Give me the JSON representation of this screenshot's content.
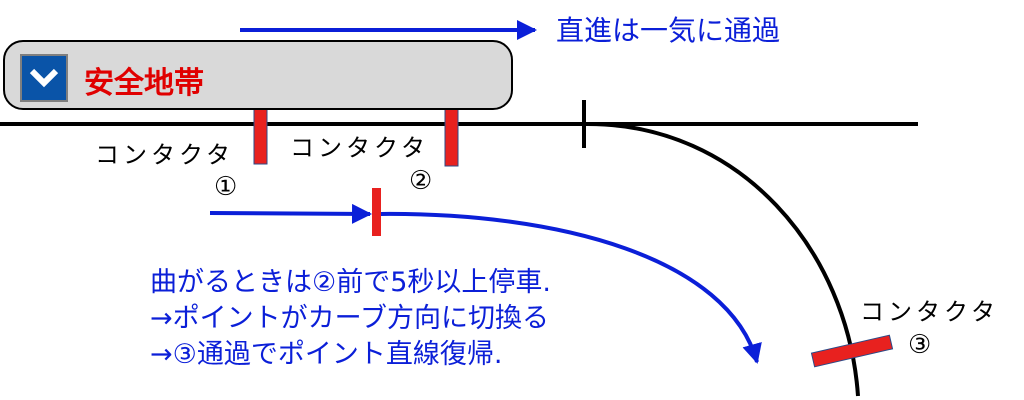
{
  "header_note": "直進は一気に通過",
  "safety_zone": {
    "label": "安全地帯",
    "icon": "chevron-down-icon"
  },
  "contactors": [
    {
      "label": "コンタクタ",
      "number": "①"
    },
    {
      "label": "コンタクタ",
      "number": "②"
    },
    {
      "label": "コンタクタ",
      "number": "③"
    }
  ],
  "instructions": [
    "曲がるときは②前で5秒以上停車.",
    "→ポイントがカーブ方向に切換る",
    "→③通過でポイント直線復帰."
  ],
  "colors": {
    "arrow": "#0b1fd8",
    "contactor": "#e8211f",
    "track": "#000000",
    "safety_text": "#e00000",
    "safety_bg": "#d9d9d9",
    "icon_bg": "#0a54a8"
  }
}
